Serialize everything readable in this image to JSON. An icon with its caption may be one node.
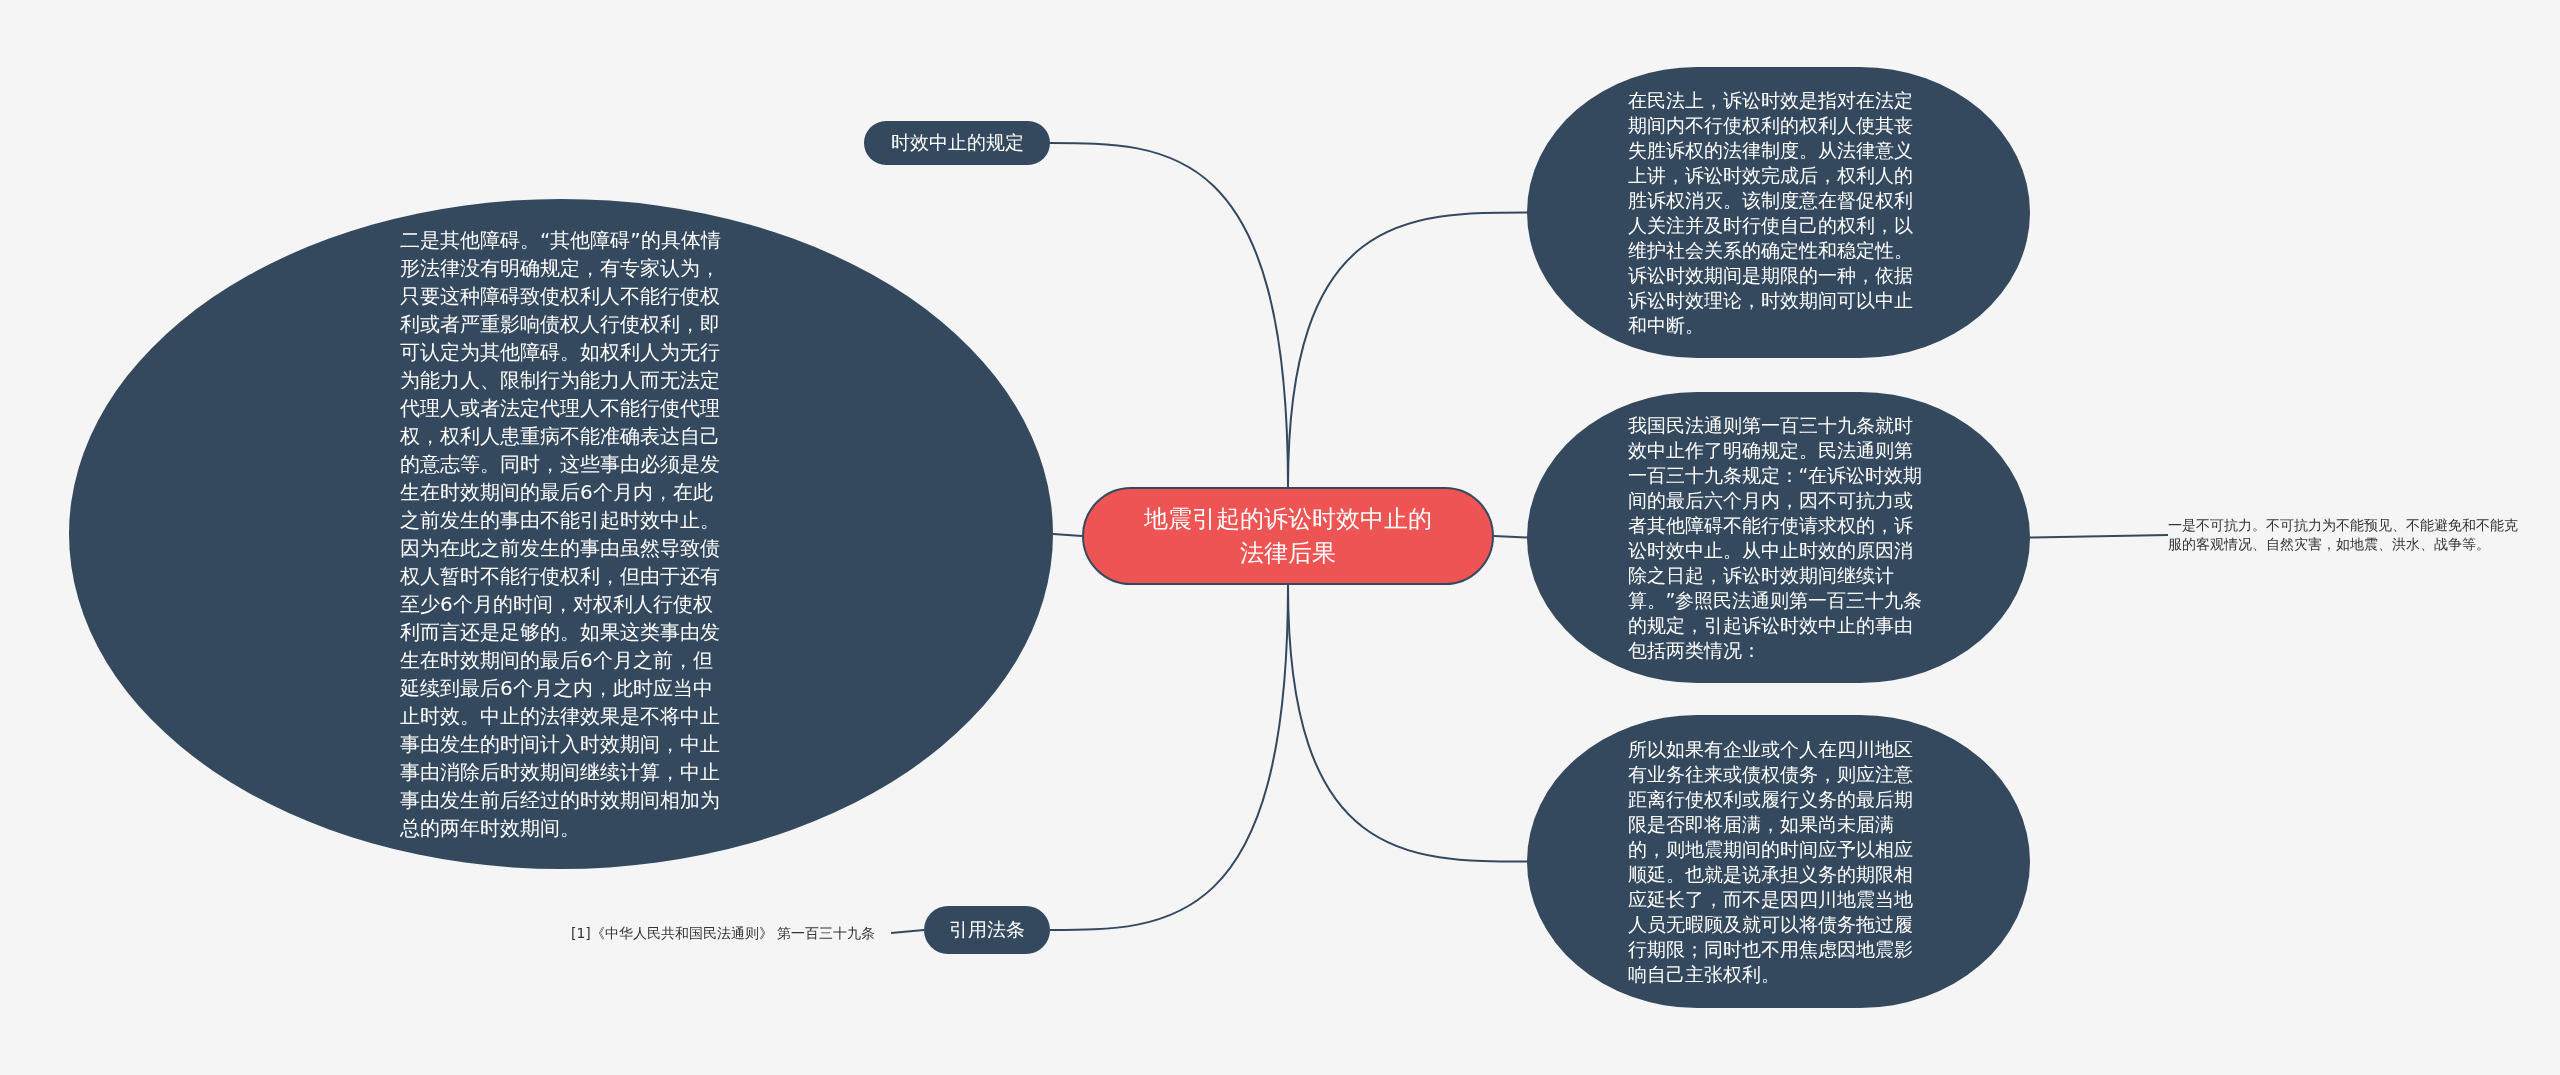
{
  "diagram": {
    "nodes": [
      {
        "text": [
          "地震引起的诉讼时效中止的法律后果"
        ]
      },
      {
        "text": [
          "时效中止的规定"
        ]
      },
      {
        "text": [
          "二是其他障碍。“其他障碍”的具体情形法律没有明确规定，有专家认为，只要这种障碍致使权利人不能行使权利或者严重影响债权人行使权利，即可认定为其他障碍。如权利人为无行为能力人、限制行为能力人而无法定代理人或者法定代理人不能行使代理权，权利人患重病不能准确表达自己的意志等。同时，这些事由必须是发生在时效期间的最后6个月内，在此之前发生的事由不能引起时效中止。因为在此之前发生的事由虽然导致债权人暂时不能行使权利，但由于还有至少6个月的时间，对权利人行使权利而言还是足够的。如果这类事由发生在时效期间的最后6个月之前，但延续到最后6个月之内，此时应当中止时效。中止的法律效果是不将中止事由发生的时间计入时效期间，中止事由消除后时效期间继续计算，中止事由发生前后经过的时效期间相加为总的两年时效期间。"
        ]
      },
      {
        "text": [
          "引用法条"
        ]
      },
      {
        "text": [
          "[1]《中华人民共和国民法通则》 第一百三十九条"
        ]
      },
      {
        "text": [
          "在民法上，诉讼时效是指对在法定期间内不行使权利的权利人使其丧失胜诉权的法律制度。从法律意义上讲，诉讼时效完成后，权利人的胜诉权消灭。该制度意在督促权利人关注并及时行使自己的权利，以维护社会关系的确定性和稳定性。诉讼时效期间是期限的一种，依据诉讼时效理论，时效期间可以中止和中断。"
        ]
      },
      {
        "text": [
          "我国民法通则第一百三十九条就时效中止作了明确规定。民法通则第一百三十九条规定：“在诉讼时效期间的最后六个月内，因不可抗力或者其他障碍不能行使请求权的，诉讼时效中止。从中止时效的原因消除之日起，诉讼时效期间继续计算。”参照民法通则第一百三十九条的规定，引起诉讼时效中止的事由包括两类情况："
        ]
      },
      {
        "text": [
          "一是不可抗力。不可抗力为不能预见、不能避免和不能克服的客观情况、自然灾害，如地震、洪水、战争等。"
        ]
      },
      {
        "text": [
          "所以如果有企业或个人在四川地区有业务往来或债权债务，则应注意距离行使权利或履行义务的最后期限是否即将届满，如果尚未届满的，则地震期间的时间应予以相应顺延。也就是说承担义务的期限相应延长了，而不是因四川地震当地人员无暇顾及就可以将债务拖过履行期限；同时也不用焦虑因地震影响自己主张权利。"
        ]
      }
    ],
    "edges": [
      {
        "from": 0,
        "to": 1,
        "arrow": "none"
      },
      {
        "from": 0,
        "to": 2,
        "arrow": "none"
      },
      {
        "from": 0,
        "to": 3,
        "arrow": "none"
      },
      {
        "from": 3,
        "to": 4,
        "arrow": "none"
      },
      {
        "from": 0,
        "to": 5,
        "arrow": "none"
      },
      {
        "from": 0,
        "to": 6,
        "arrow": "none"
      },
      {
        "from": 6,
        "to": 7,
        "arrow": "none"
      },
      {
        "from": 0,
        "to": 8,
        "arrow": "none"
      }
    ]
  }
}
